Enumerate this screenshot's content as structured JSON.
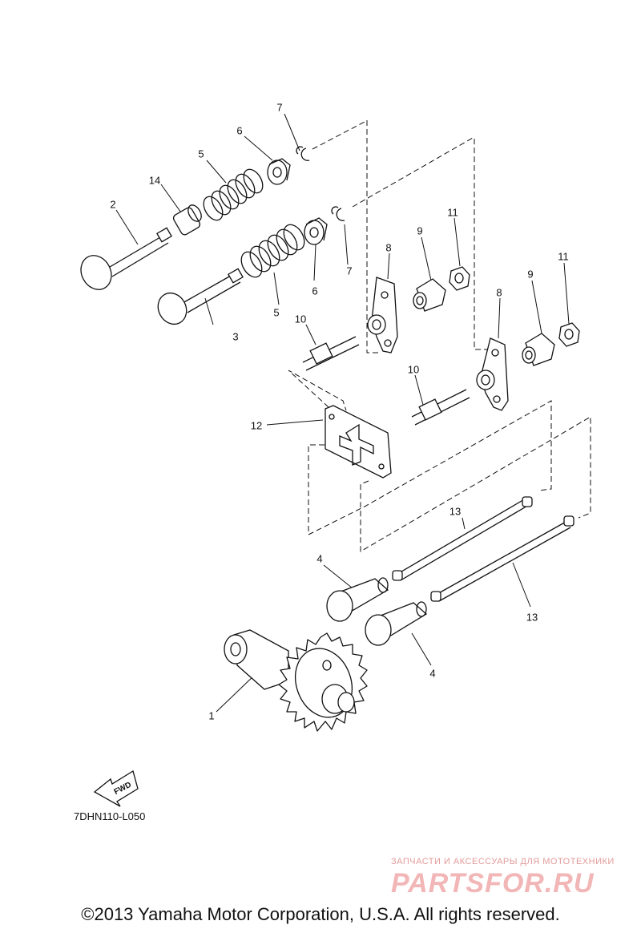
{
  "callouts": {
    "c1": "1",
    "c2": "2",
    "c3": "3",
    "c4a": "4",
    "c4b": "4",
    "c5a": "5",
    "c5b": "5",
    "c6a": "6",
    "c6b": "6",
    "c7a": "7",
    "c7b": "7",
    "c8a": "8",
    "c8b": "8",
    "c9a": "9",
    "c9b": "9",
    "c10a": "10",
    "c10b": "10",
    "c11a": "11",
    "c11b": "11",
    "c12": "12",
    "c13a": "13",
    "c13b": "13",
    "c14": "14"
  },
  "fwd_label": "FWD",
  "diagram_code": "7DHN110-L050",
  "watermark": {
    "tagline": "ЗАПЧАСТИ И АКСЕССУАРЫ ДЛЯ МОТОТЕХНИКИ",
    "logo": "PARTSFOR.RU"
  },
  "copyright": "©2013 Yamaha Motor Corporation, U.S.A. All rights reserved."
}
